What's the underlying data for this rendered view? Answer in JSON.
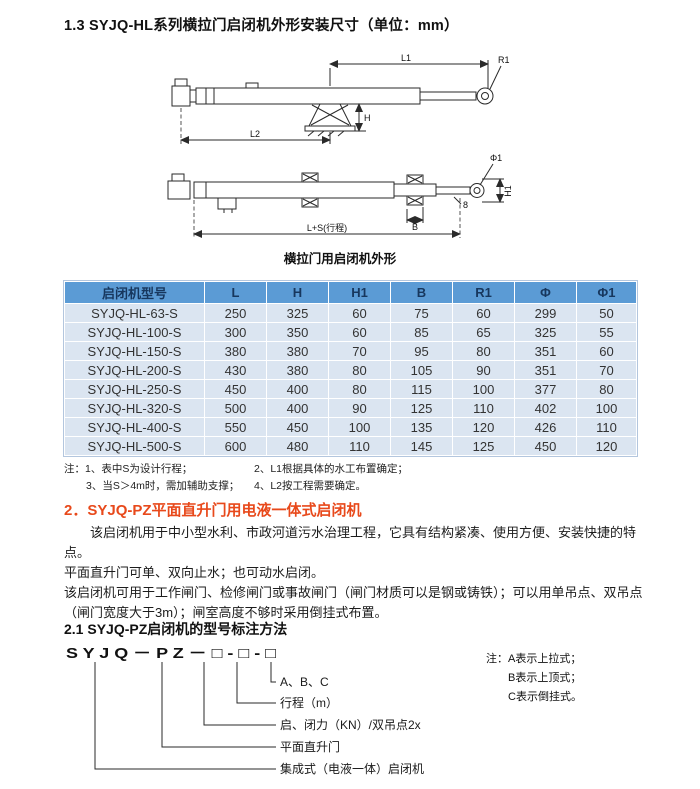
{
  "colors": {
    "table_header_bg": "#5b9bd5",
    "table_header_text": "#17375e",
    "table_row_bg": "#dbe5f1",
    "section_heading_red": "#e8491b"
  },
  "section1": {
    "title": "1.3  SYJQ-HL系列横拉门启闭机外形安装尺寸（单位：mm）",
    "figure_caption": "横拉门用启闭机外形"
  },
  "drawing_top": {
    "dim_l1": "L1",
    "dim_r1": "R1",
    "dim_h": "H",
    "dim_l2": "L2"
  },
  "drawing_bottom": {
    "dim_phi1": "Φ1",
    "dim_ls": "L+S(行程)",
    "dim_b": "B",
    "dim_h1": "H1",
    "dim_8": "8"
  },
  "table": {
    "headers": [
      "启闭机型号",
      "L",
      "H",
      "H1",
      "B",
      "R1",
      "Φ",
      "Φ1"
    ],
    "rows": [
      [
        "SYJQ-HL-63-S",
        "250",
        "325",
        "60",
        "75",
        "60",
        "299",
        "50"
      ],
      [
        "SYJQ-HL-100-S",
        "300",
        "350",
        "60",
        "85",
        "65",
        "325",
        "55"
      ],
      [
        "SYJQ-HL-150-S",
        "380",
        "380",
        "70",
        "95",
        "80",
        "351",
        "60"
      ],
      [
        "SYJQ-HL-200-S",
        "430",
        "380",
        "80",
        "105",
        "90",
        "351",
        "70"
      ],
      [
        "SYJQ-HL-250-S",
        "450",
        "400",
        "80",
        "115",
        "100",
        "377",
        "80"
      ],
      [
        "SYJQ-HL-320-S",
        "500",
        "400",
        "90",
        "125",
        "110",
        "402",
        "100"
      ],
      [
        "SYJQ-HL-400-S",
        "550",
        "450",
        "100",
        "135",
        "120",
        "426",
        "110"
      ],
      [
        "SYJQ-HL-500-S",
        "600",
        "480",
        "110",
        "145",
        "125",
        "450",
        "120"
      ]
    ]
  },
  "notes": {
    "n1": "注：1、表中S为设计行程；",
    "n2": "2、L1根据具体的水工布置确定；",
    "n3": "3、当S＞4m时，需加辅助支撑；",
    "n4": "4、L2按工程需要确定。"
  },
  "section2": {
    "title": "2．SYJQ-PZ平面直升门用电液一体式启闭机",
    "body": "　　该启闭机用于中小型水利、市政河道污水治理工程，它具有结构紧凑、使用方便、安装快捷的特点。\n平面直升门可单、双向止水；也可动水启闭。\n该启闭机可用于工作闸门、检修闸门或事故闸门（闸门材质可以是钢或铸铁）；可以用单吊点、双吊点\n（闸门宽度大于3m）；闸室高度不够时采用倒挂式布置。"
  },
  "section21": {
    "title": "2.1 SYJQ-PZ启闭机的型号标注方法",
    "model_code": "S Y J Q － P Z － □ - □ - □",
    "labels": [
      "A、B、C",
      "行程（m）",
      "启、闭力（KN）/双吊点2x",
      "平面直升门",
      "集成式（电液一体）启闭机"
    ],
    "side_note": "注：A表示上拉式；\n　　B表示上顶式；\n　　C表示倒挂式。"
  }
}
